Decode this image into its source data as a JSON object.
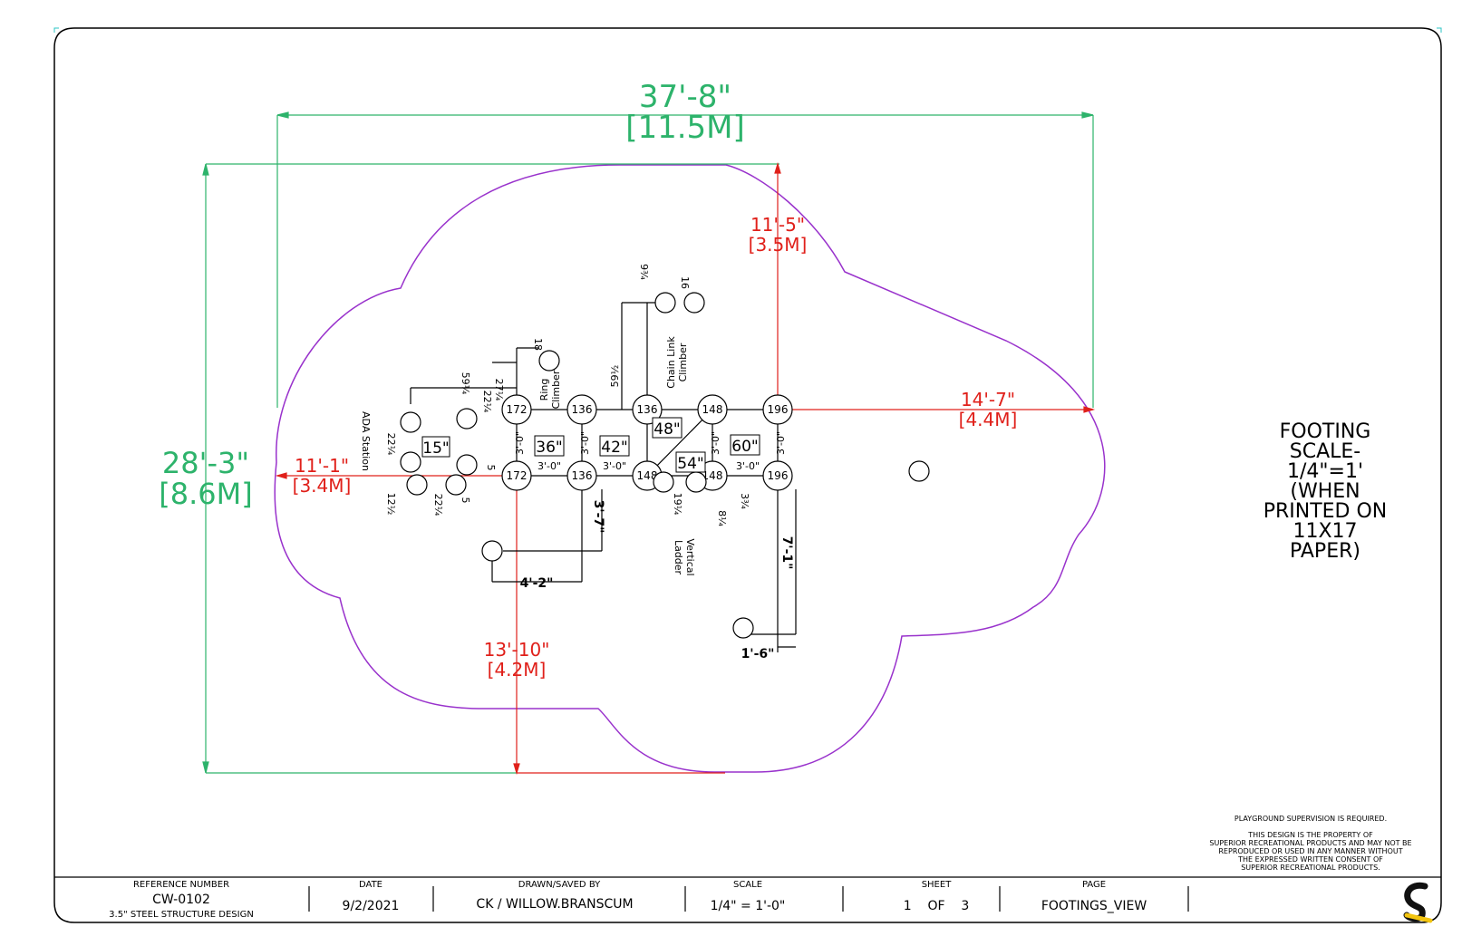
{
  "dimensions": {
    "overall_width": "37'-8\"",
    "overall_width_metric": "[11.5M]",
    "overall_depth": "28'-3\"",
    "overall_depth_metric": "[8.6M]",
    "top_clearance": "11'-5\"",
    "top_clearance_metric": "[3.5M]",
    "right_clearance": "14'-7\"",
    "right_clearance_metric": "[4.4M]",
    "left_clearance": "11'-1\"",
    "left_clearance_metric": "[3.4M]",
    "bottom_clearance": "13'-10\"",
    "bottom_clearance_metric": "[4.2M]"
  },
  "posts": {
    "top_row": [
      "172",
      "136",
      "136",
      "148",
      "196"
    ],
    "bottom_row": [
      "172",
      "136",
      "148",
      "148",
      "196"
    ]
  },
  "deck_heights": [
    "15\"",
    "36\"",
    "42\"",
    "48\"",
    "54\"",
    "60\""
  ],
  "spacings": {
    "a": "3'-0\"",
    "b": "3'-0\"",
    "c": "3'-0\"",
    "d": "3'-0\"",
    "e": "3'-0\"",
    "f": "3'-0\"",
    "g": "3'-0\""
  },
  "small_dims": {
    "d1": "9¾",
    "d2": "16",
    "d3": "18",
    "d4": "27¼",
    "d5": "22¼",
    "d6": "59¼",
    "d7": "59½",
    "d8": "22¼",
    "d9": "5",
    "d10": "12½",
    "d11": "22¼",
    "d12": "5",
    "d13": "19¼",
    "d14": "8¼",
    "d15": "3¾"
  },
  "long_dims": {
    "ladder_drop": "3'-7\"",
    "bottom_left": "4'-2\"",
    "right_drop": "7'-1\"",
    "bottom_right": "1'-6\""
  },
  "components": {
    "ada": "ADA Station",
    "ring": [
      "Ring",
      "Climber"
    ],
    "chain": [
      "Chain Link",
      "Climber"
    ],
    "ladder": [
      "Vertical",
      "Ladder"
    ]
  },
  "side_note": [
    "FOOTING",
    "SCALE-",
    "1/4\"=1'",
    "(WHEN",
    "PRINTED ON",
    "11X17",
    "PAPER)"
  ],
  "notice": {
    "supervision": "PLAYGROUND SUPERVISION IS REQUIRED.",
    "property": [
      "THIS DESIGN IS THE PROPERTY OF",
      "SUPERIOR RECREATIONAL PRODUCTS AND MAY NOT BE",
      "REPRODUCED OR USED IN ANY MANNER WITHOUT",
      "THE EXPRESSED WRITTEN CONSENT OF",
      "SUPERIOR RECREATIONAL PRODUCTS."
    ]
  },
  "title_block": {
    "reference_label": "REFERENCE NUMBER",
    "reference_value": "CW-0102",
    "reference_desc": "3.5\" STEEL STRUCTURE DESIGN",
    "date_label": "DATE",
    "date_value": "9/2/2021",
    "drawn_label": "DRAWN/SAVED BY",
    "drawn_value": "CK / WILLOW.BRANSCUM",
    "scale_label": "SCALE",
    "scale_value": "1/4\" = 1'-0\"",
    "sheet_label": "SHEET",
    "sheet_value": "1    OF    3",
    "page_label": "PAGE",
    "page_value": "FOOTINGS_VIEW"
  },
  "colors": {
    "boundary": "#9932cc",
    "green_dim": "#2db36b",
    "red_dim": "#e0201a",
    "logo_yellow": "#f2c40f"
  }
}
